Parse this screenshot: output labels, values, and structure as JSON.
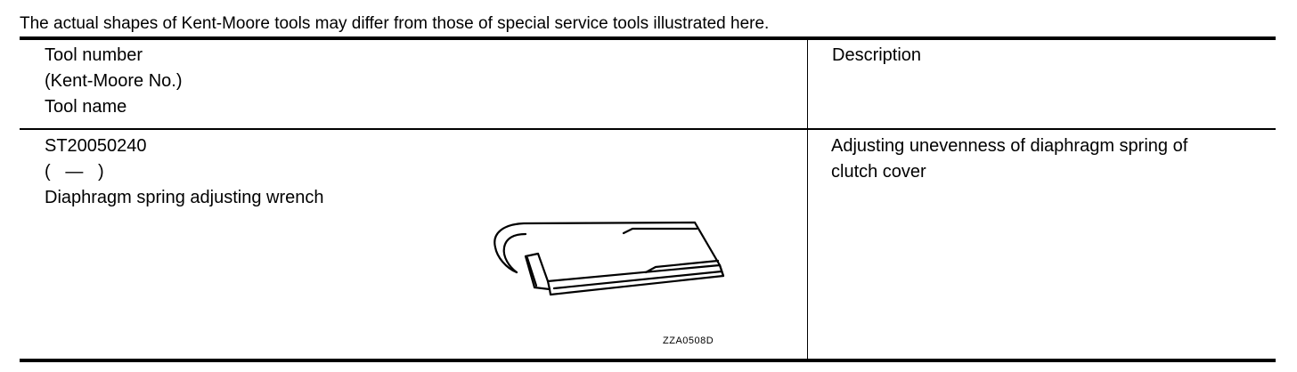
{
  "note": "The actual shapes of Kent-Moore tools may differ from those of special service tools illustrated here.",
  "header": {
    "left_lines": [
      "Tool number",
      "(Kent-Moore No.)",
      "Tool name"
    ],
    "right": "Description"
  },
  "row": {
    "tool_number": "ST20050240",
    "kent_moore_no": "(   —   )",
    "tool_name": "Diaphragm spring adjusting wrench",
    "description_lines": [
      "Adjusting unevenness of diaphragm spring of",
      "clutch cover"
    ],
    "figure_code": "ZZA0508D",
    "figure_icon": "wrench-illustration"
  }
}
